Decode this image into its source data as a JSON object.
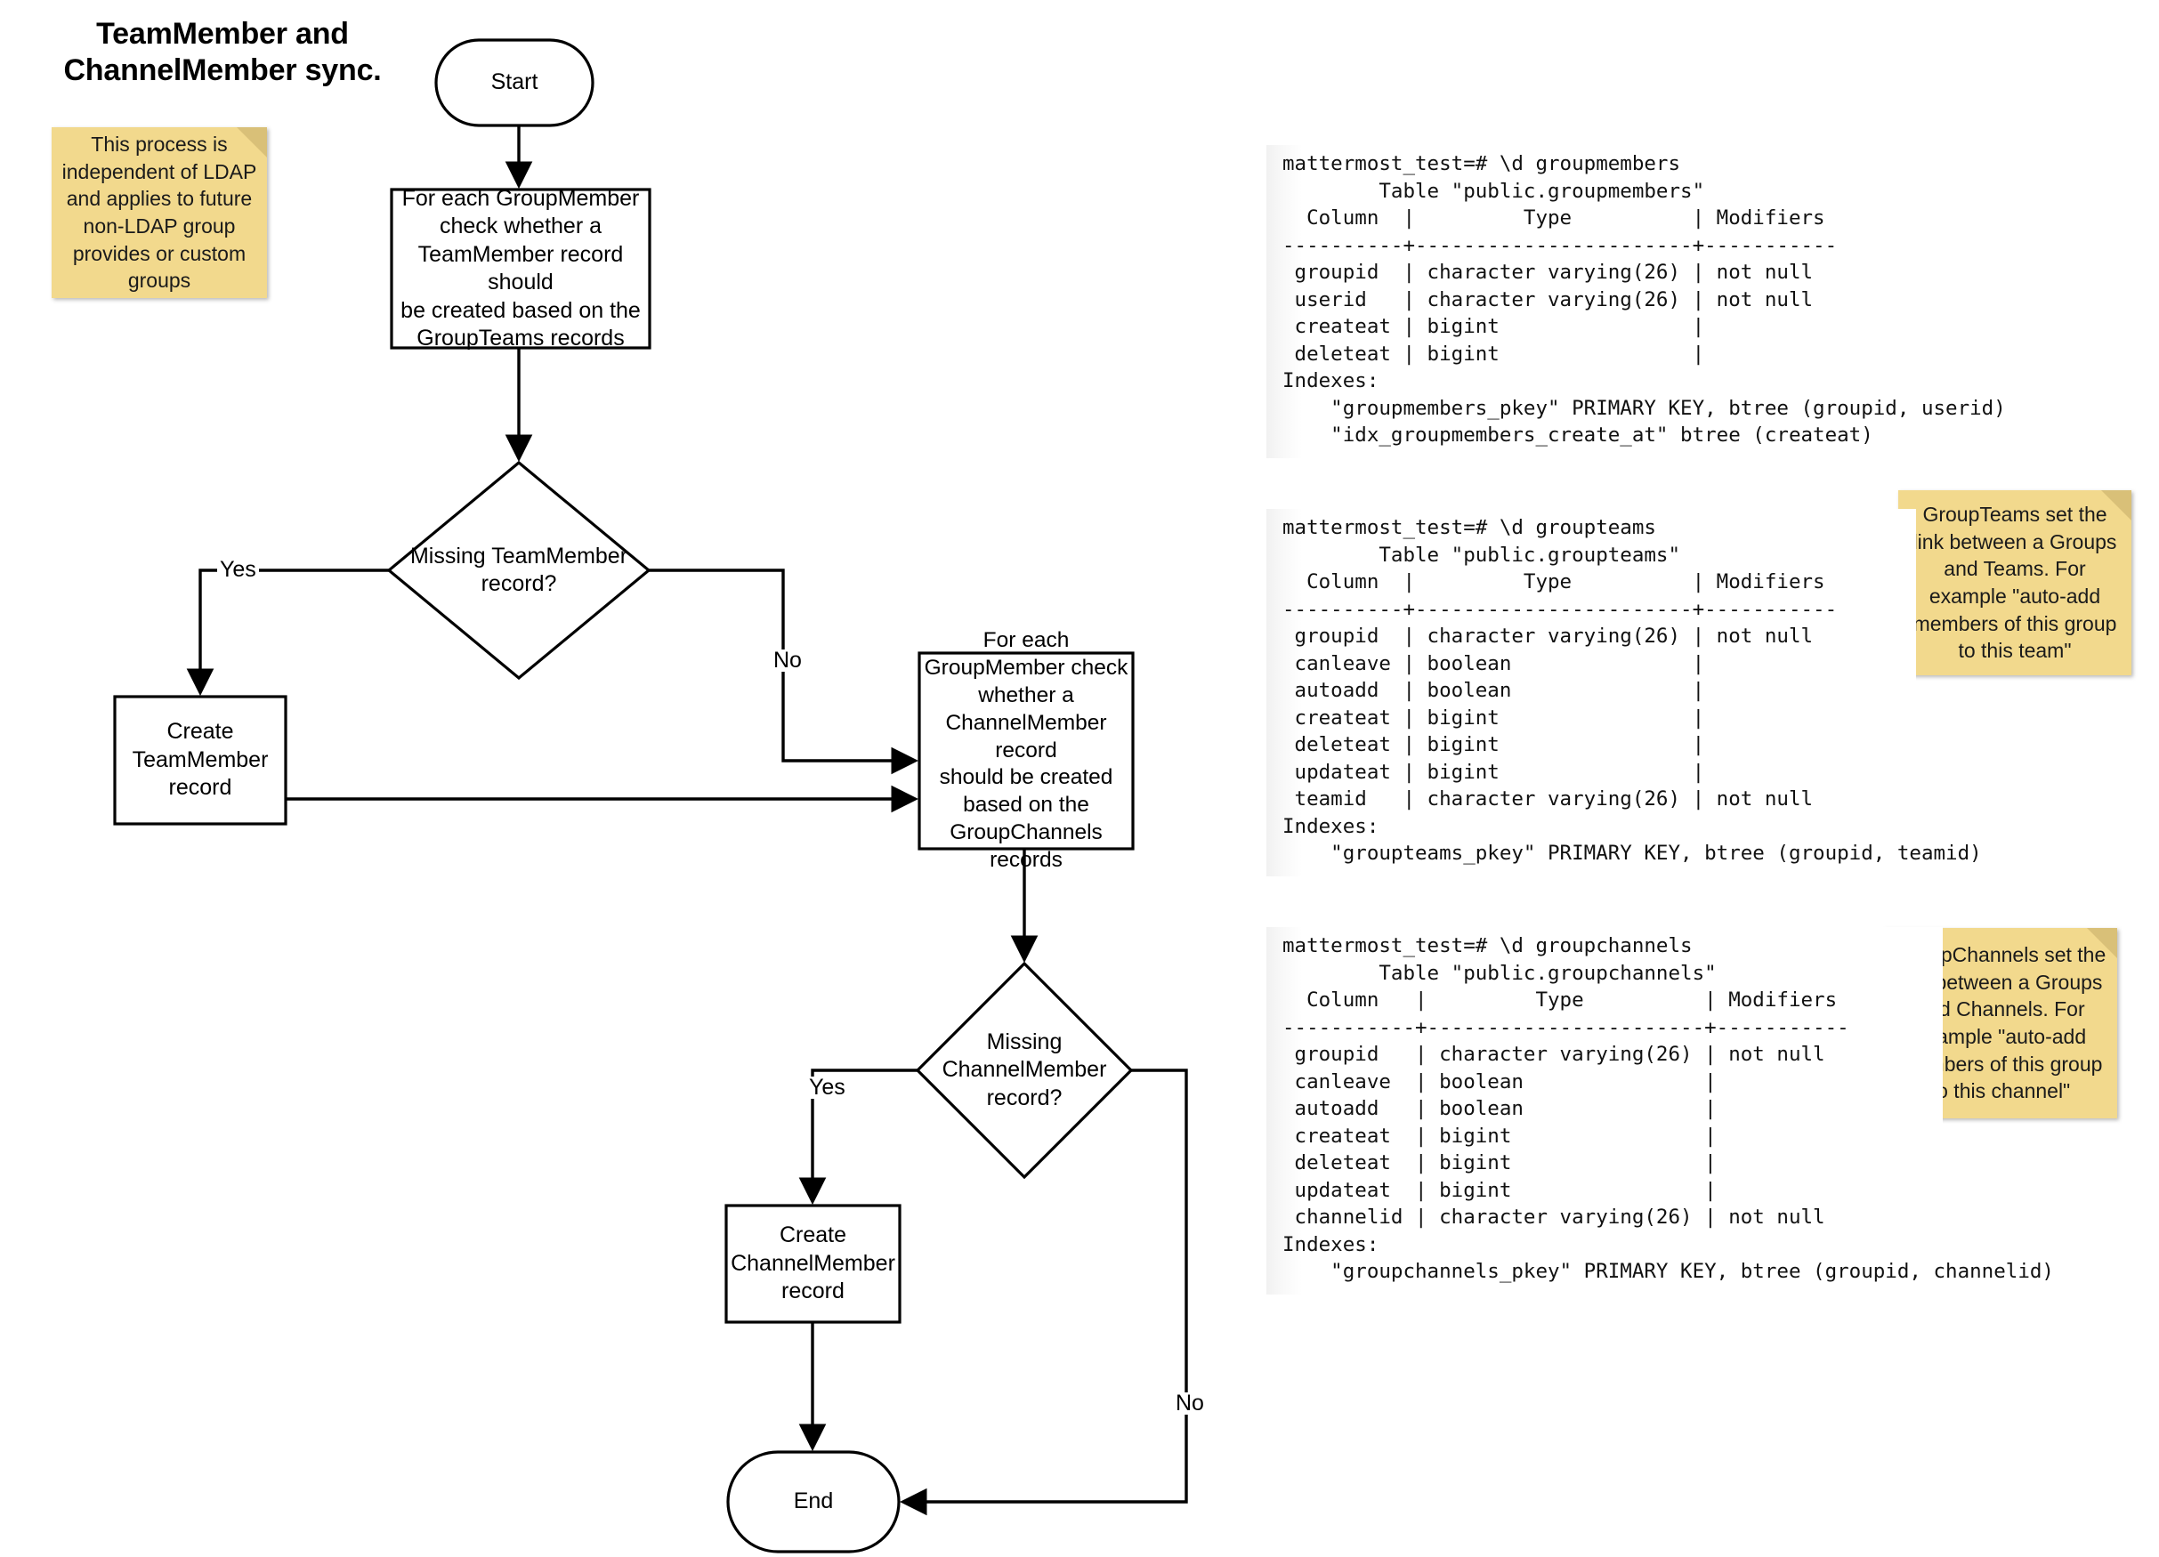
{
  "title": "TeamMember and\nChannelMember sync.",
  "flowchart": {
    "nodes": {
      "start": "Start",
      "process_teammember": "For each GroupMember\ncheck whether a\nTeamMember record should\nbe created based on the\nGroupTeams records",
      "decision_teammember": "Missing TeamMember\nrecord?",
      "create_teammember": "Create\nTeamMember\nrecord",
      "process_channelmember": "For each\nGroupMember check\nwhether a\nChannelMember record\nshould be created\nbased on the\nGroupChannels\nrecords",
      "decision_channelmember": "Missing\nChannelMember\nrecord?",
      "create_channelmember": "Create\nChannelMember\nrecord",
      "end": "End"
    },
    "edge_labels": {
      "teammember_yes": "Yes",
      "teammember_no": "No",
      "channelmember_yes": "Yes",
      "channelmember_no": "No"
    }
  },
  "notes": {
    "ldap_note": "This process is\nindependent of LDAP\nand applies to future\nnon-LDAP group\nprovides or custom\ngroups",
    "groupteams_note": "GroupTeams set the\nlink between a Groups\nand Teams. For\nexample \"auto-add\nmembers of this group\nto this team\"",
    "groupchannels_note": "GroupChannels set the\nlink between a Groups\nand Channels. For\nexample \"auto-add\nmembers of this group\nto this channel\""
  },
  "code_blocks": {
    "groupmembers": "mattermost_test=# \\d groupmembers\n        Table \"public.groupmembers\"\n  Column  |         Type          | Modifiers\n----------+-----------------------+-----------\n groupid  | character varying(26) | not null\n userid   | character varying(26) | not null\n createat | bigint                |\n deleteat | bigint                |\nIndexes:\n    \"groupmembers_pkey\" PRIMARY KEY, btree (groupid, userid)\n    \"idx_groupmembers_create_at\" btree (createat)",
    "groupteams": "mattermost_test=# \\d groupteams\n        Table \"public.groupteams\"\n  Column  |         Type          | Modifiers\n----------+-----------------------+-----------\n groupid  | character varying(26) | not null\n canleave | boolean               |\n autoadd  | boolean               |\n createat | bigint                |\n deleteat | bigint                |\n updateat | bigint                |\n teamid   | character varying(26) | not null\nIndexes:\n    \"groupteams_pkey\" PRIMARY KEY, btree (groupid, teamid)",
    "groupchannels": "mattermost_test=# \\d groupchannels\n        Table \"public.groupchannels\"\n  Column   |         Type          | Modifiers\n-----------+-----------------------+-----------\n groupid   | character varying(26) | not null\n canleave  | boolean               |\n autoadd   | boolean               |\n createat  | bigint                |\n deleteat  | bigint                |\n updateat  | bigint                |\n channelid | character varying(26) | not null\nIndexes:\n    \"groupchannels_pkey\" PRIMARY KEY, btree (groupid, channelid)"
  },
  "colors": {
    "sticky": "#F2D98D",
    "sticky_fold": "#D9C078",
    "stroke": "#000000",
    "code_bg": "#ffffff"
  }
}
